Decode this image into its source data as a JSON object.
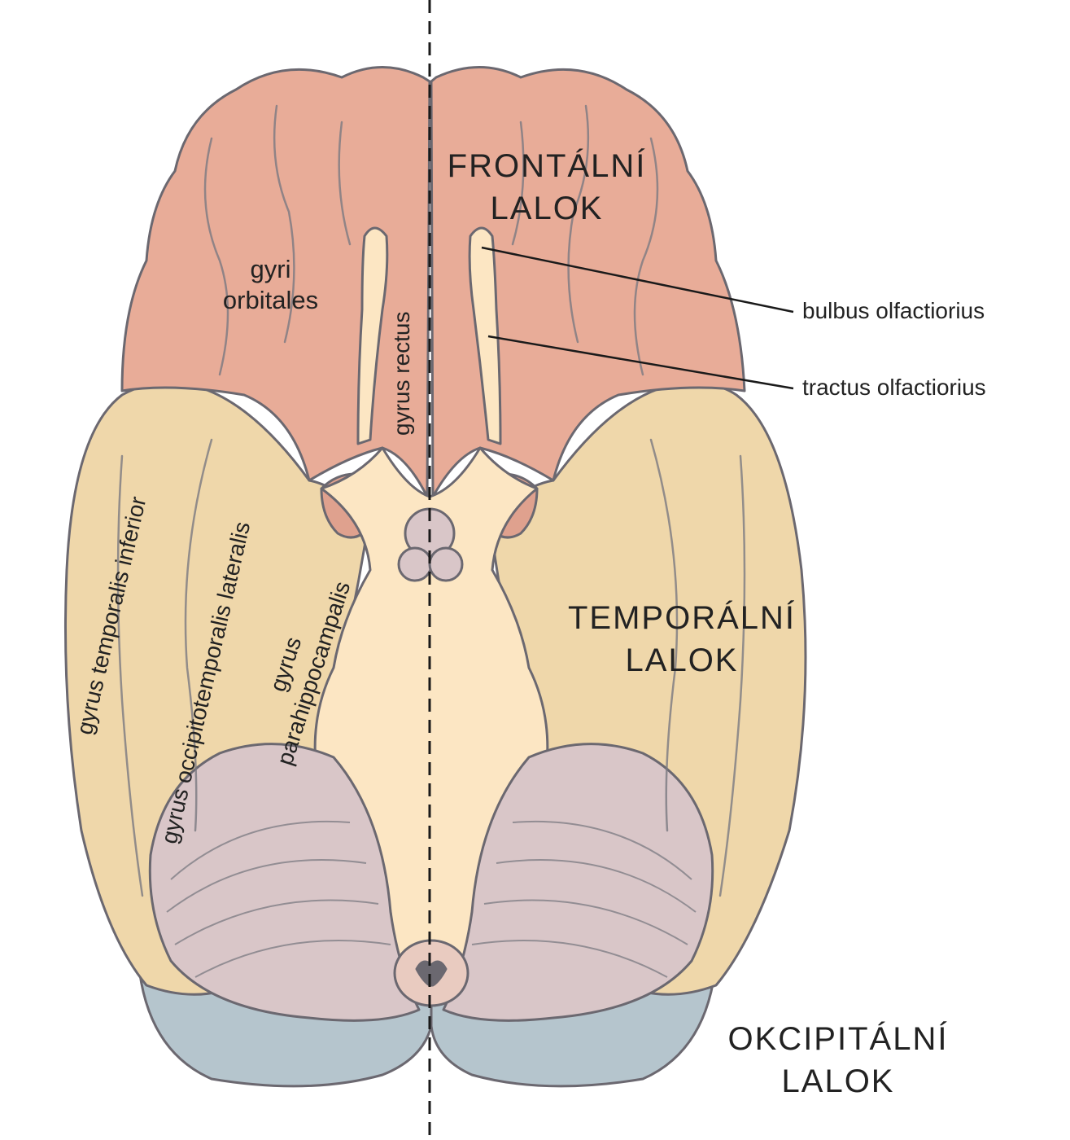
{
  "colors": {
    "frontal": "#e8ac98",
    "temporal": "#efd7aa",
    "occipital": "#b5c5cd",
    "cerebellum": "#d9c6c8",
    "brainstem": "#fce6c3",
    "outline": "#6b6870",
    "vessel_pink": "#dfa18e"
  },
  "lobes": {
    "frontal": {
      "line1": "FRONTÁLNÍ",
      "line2": "LALOK"
    },
    "temporal": {
      "line1": "TEMPORÁLNÍ",
      "line2": "LALOK"
    },
    "occipital": {
      "line1": "OKCIPITÁLNÍ",
      "line2": "LALOK"
    }
  },
  "gyri": {
    "orbitales": {
      "line1": "gyri",
      "line2": "orbitales"
    },
    "rectus": "gyrus rectus",
    "temporalis_inferior": "gyrus temporalis inferior",
    "occipitotemporalis_lateralis": "gyrus occipitotemporalis lateralis",
    "parahippocampalis": {
      "line1": "gyrus",
      "line2": "parahippocampalis"
    }
  },
  "callouts": {
    "bulbus": "bulbus olfactiorius",
    "tractus": "tractus olfactiorius"
  }
}
